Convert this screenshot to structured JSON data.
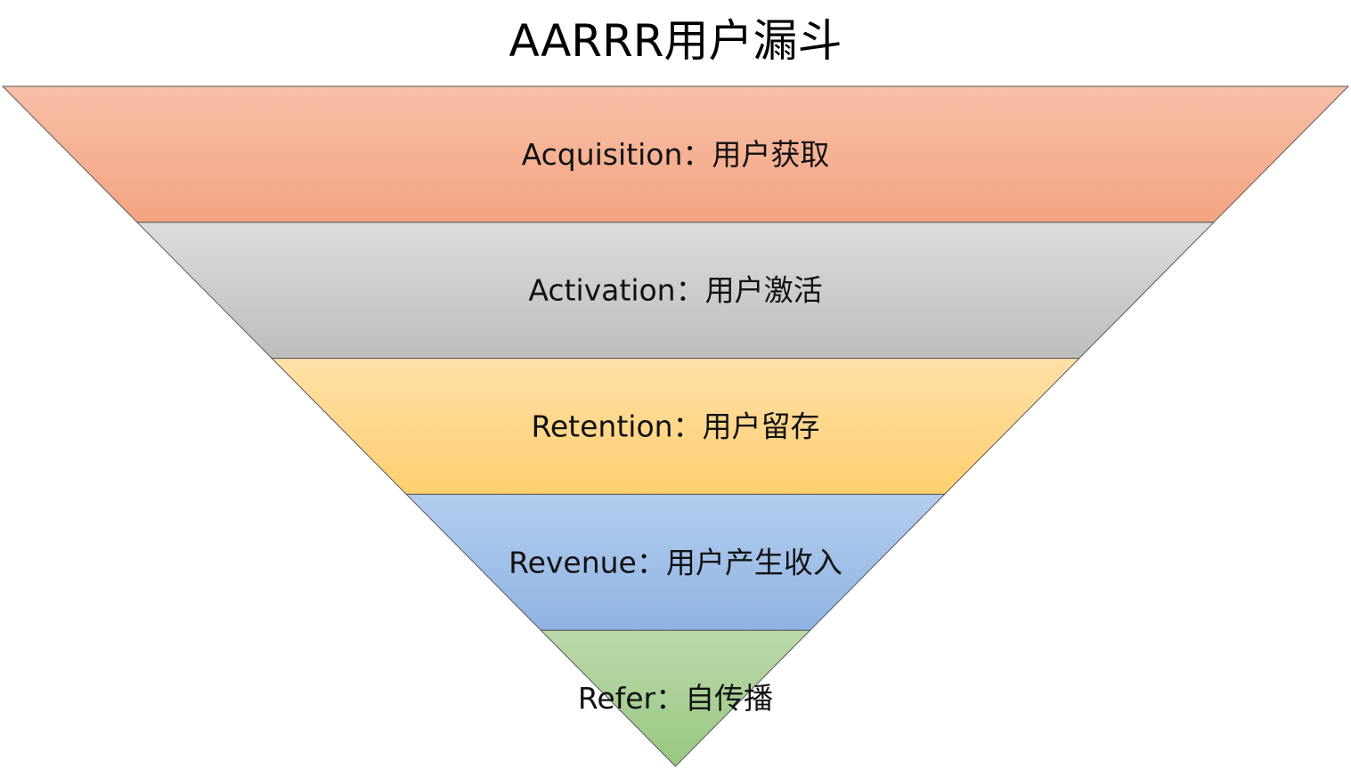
{
  "title": "AARRR用户漏斗",
  "stages": [
    {
      "label": "Acquisition：用户获取",
      "color_top": "#f8c0a8",
      "color_bottom": "#f4a481"
    },
    {
      "label": "Activation：用户激活",
      "color_top": "#dcdcdc",
      "color_bottom": "#bdbdbd"
    },
    {
      "label": "Retention：用户留存",
      "color_top": "#ffe0a8",
      "color_bottom": "#ffcf70"
    },
    {
      "label": "Revenue：用户产生收入",
      "color_top": "#b4cdee",
      "color_bottom": "#8fb3e2"
    },
    {
      "label": "Refer：自传播",
      "color_top": "#bcd9ac",
      "color_bottom": "#98c77f"
    }
  ],
  "border_color": "#595959"
}
